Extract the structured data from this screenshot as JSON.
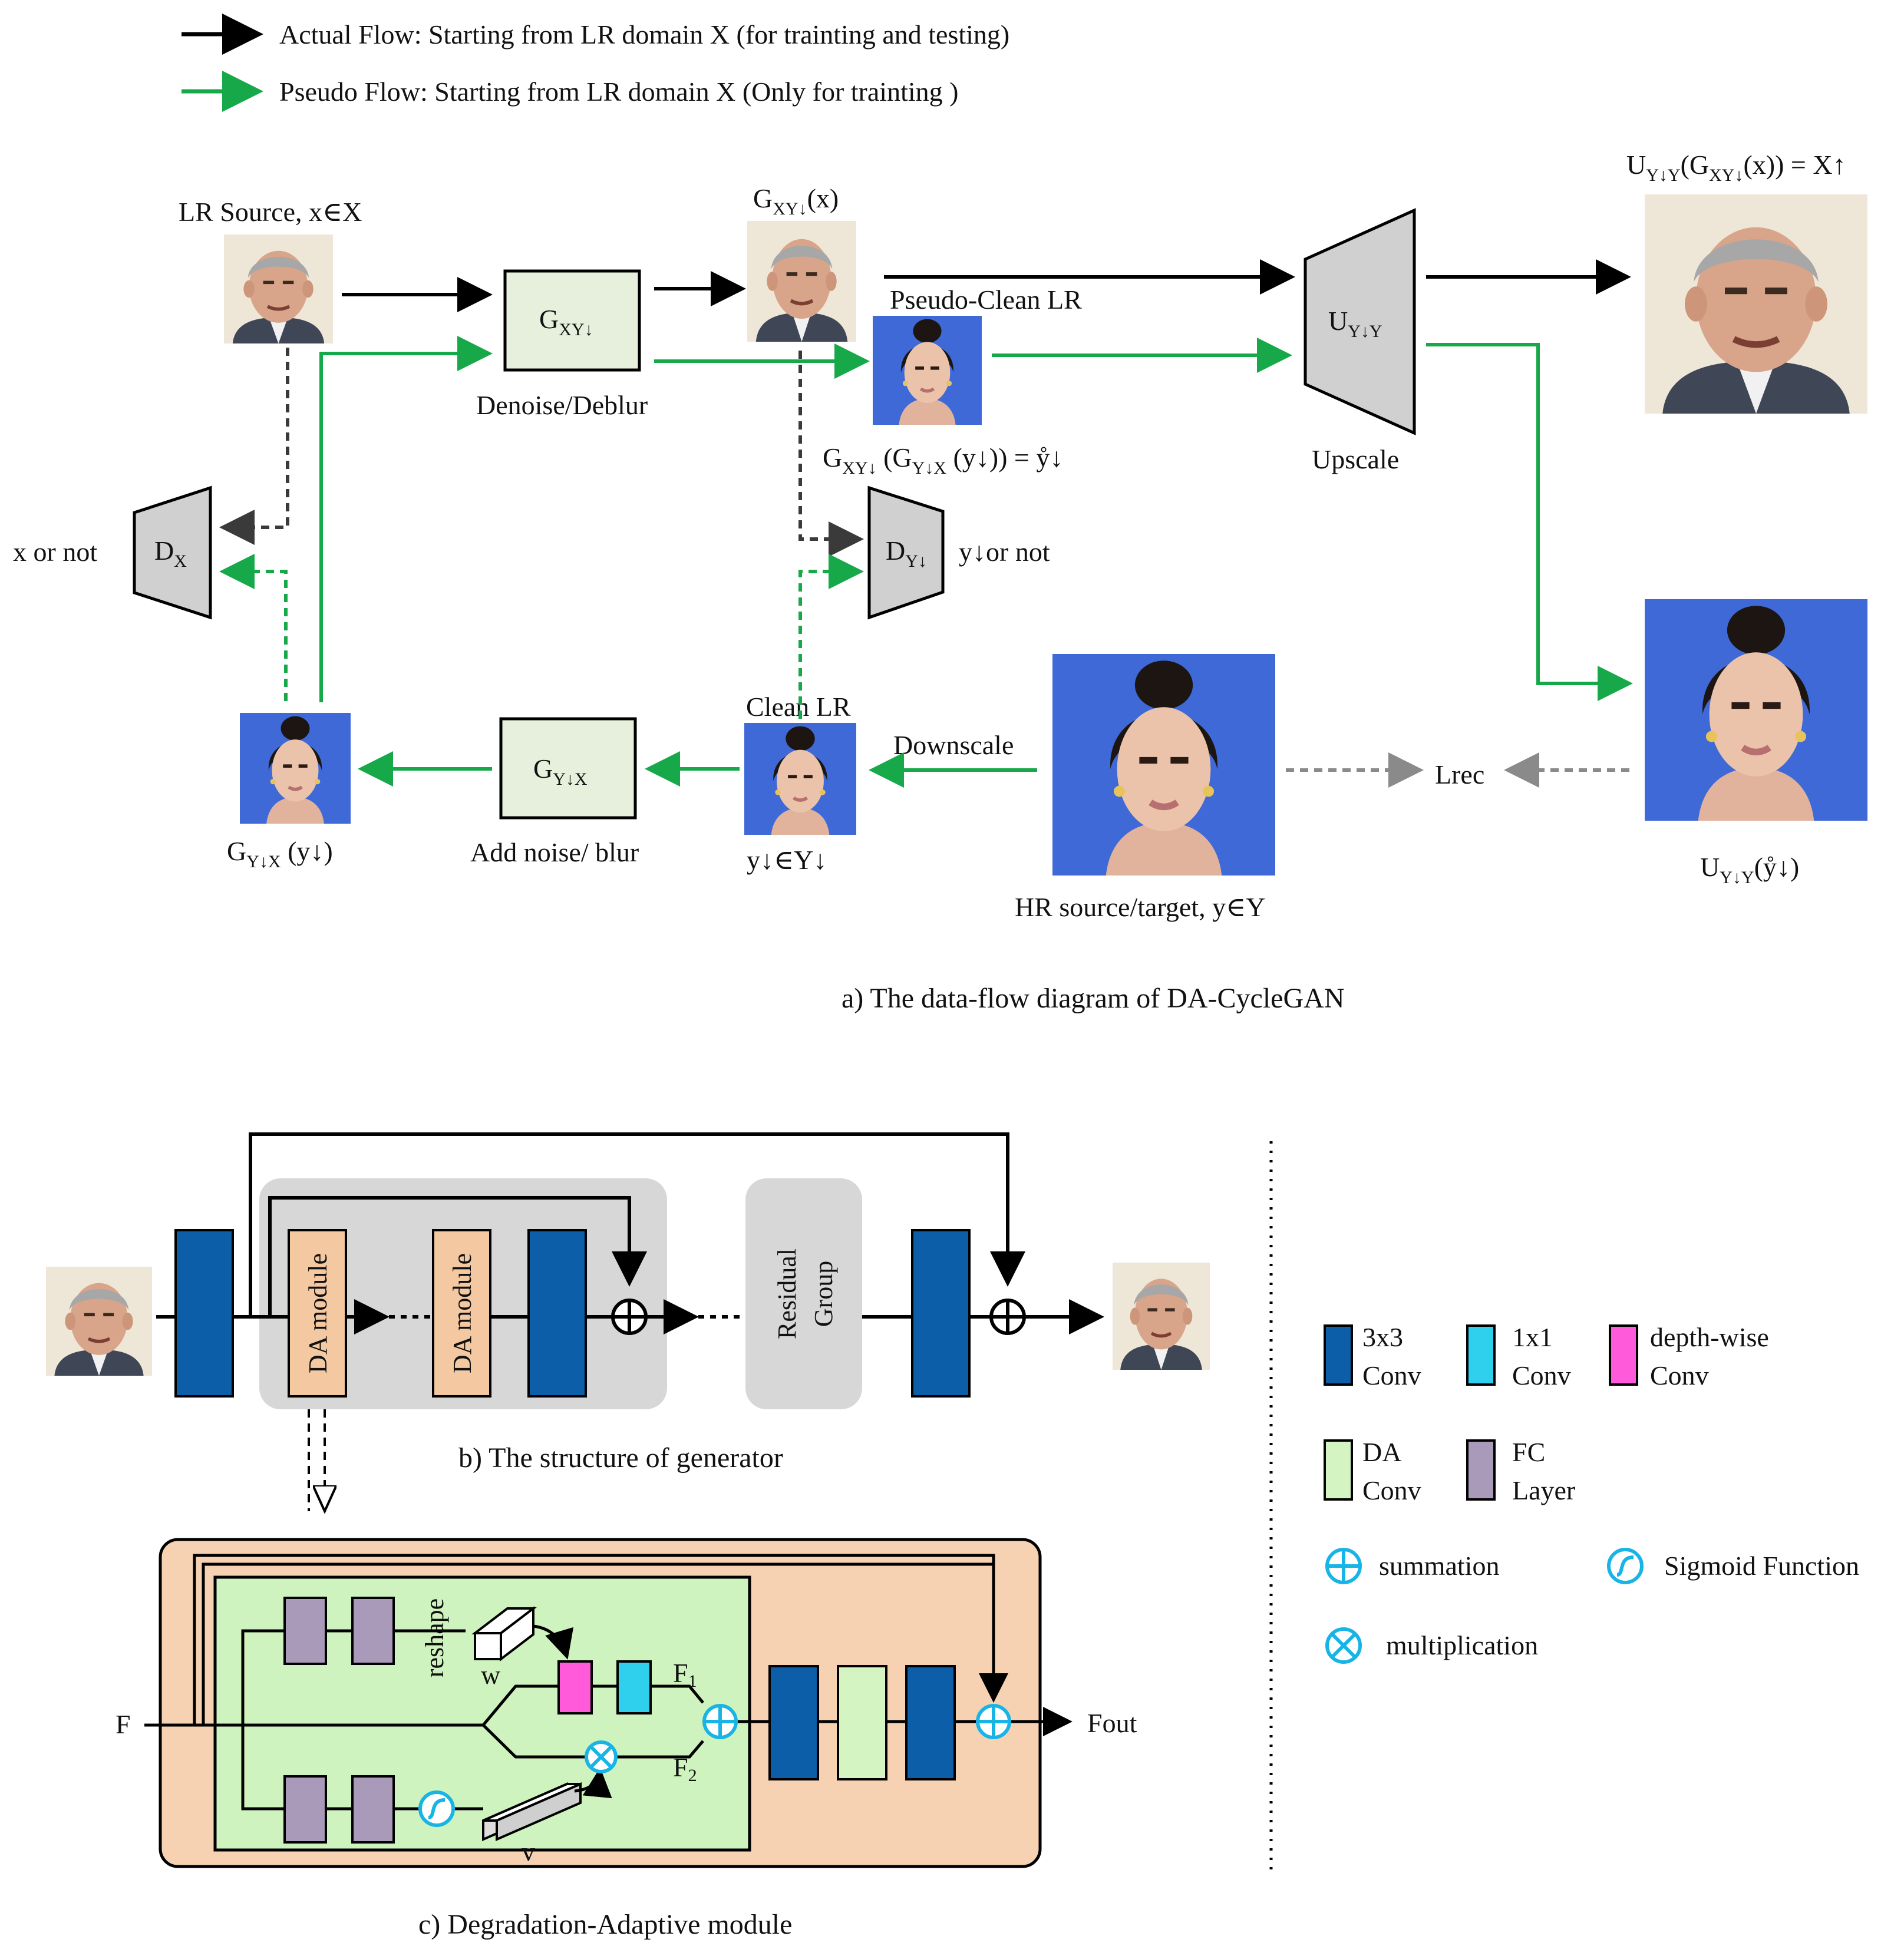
{
  "legend": {
    "actual": "Actual Flow:  Starting from LR domain X (for trainting and testing)",
    "pseudo": "Pseudo Flow: Starting from LR domain X (Only for trainting )"
  },
  "flow": {
    "lr_source": "LR Source, x∈X",
    "g_xy": {
      "base": "G",
      "sub": "XY↓"
    },
    "g_xy_x": {
      "base": "G",
      "sub": "XY↓",
      "tail": "(x)"
    },
    "pseudo_clean": "Pseudo-Clean LR",
    "denoise": "Denoise/Deblur",
    "g_xy_gyx": {
      "a": "G",
      "a_sub": "XY↓",
      "b": " (G",
      "b_sub": "Y↓X",
      "c": " (y↓)) = ẙ↓"
    },
    "u_yy": {
      "base": "U",
      "sub": "Y↓Y"
    },
    "u_out": {
      "a": "U",
      "a_sub": "Y↓Y",
      "b": "(G",
      "b_sub": "XY↓",
      "c": "(x)) = X↑"
    },
    "upscale": "Upscale",
    "x_or_not": "x or not",
    "d_x": {
      "base": "D",
      "sub": "X"
    },
    "d_y": {
      "base": "D",
      "sub": "Y↓"
    },
    "y_or_not": "y↓or not",
    "clean_lr": "Clean LR",
    "downscale": "Downscale",
    "g_yx": {
      "base": "G",
      "sub": "Y↓X"
    },
    "g_yx_y": {
      "base": "G",
      "sub": "Y↓X",
      "tail": " (y↓)"
    },
    "add_noise": "Add noise/ blur",
    "y_down": "y↓∈Y↓",
    "hr_source": "HR source/target, y∈Y",
    "lrec": "Lrec",
    "u_y_out": {
      "a": "U",
      "a_sub": "Y↓Y",
      "b": "(ẙ↓)"
    },
    "caption": "a) The data-flow diagram of  DA-CycleGAN"
  },
  "generator": {
    "da_module": "DA module",
    "residual": "Residual",
    "group": "Group",
    "caption": "b) The structure of generator"
  },
  "da": {
    "reshape": "reshape",
    "w": "w",
    "v": "v",
    "f_in": "F",
    "f1": {
      "base": "F",
      "sub": "1"
    },
    "f2": {
      "base": "F",
      "sub": "2"
    },
    "fout": "Fout",
    "caption": "c) Degradation-Adaptive module"
  },
  "key": {
    "conv3": [
      "3x3",
      "Conv"
    ],
    "conv1": [
      "1x1",
      "Conv"
    ],
    "dw": [
      "depth-wise",
      "Conv"
    ],
    "da": [
      "DA",
      "Conv"
    ],
    "fc": [
      "FC",
      "Layer"
    ],
    "sum": "summation",
    "sigmoid": "Sigmoid Function",
    "mult": "multiplication"
  },
  "colors": {
    "conv3": "#0d5ea8",
    "conv1": "#2fd0ee",
    "dw": "#ff5ad9",
    "da_conv": "#d4f5c2",
    "fc": "#a89ab8",
    "green_flow": "#17a84a",
    "da_module": "#f4c9a2",
    "module_bg": "#f6d2b2",
    "inner_bg": "#cff3be",
    "gen_bg": "#d7d7d7"
  }
}
